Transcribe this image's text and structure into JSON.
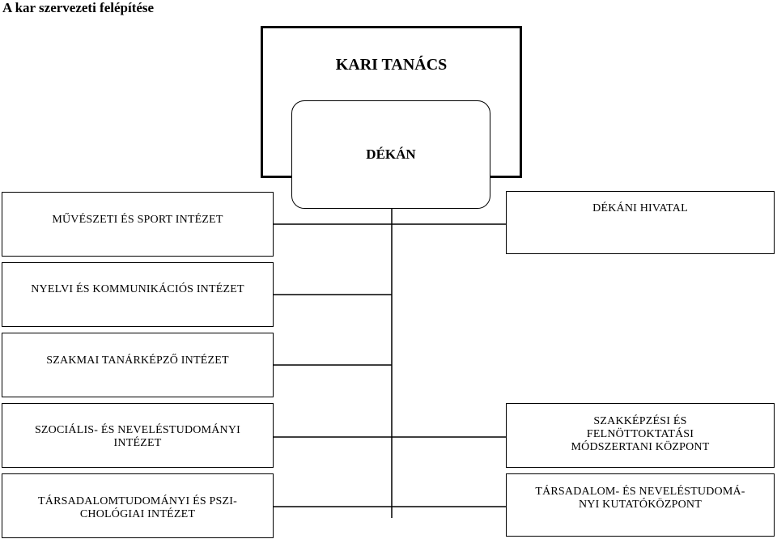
{
  "title": "A kar szervezeti felépítése",
  "council": {
    "label": "KARI TANÁCS"
  },
  "dean": {
    "label": "DÉKÁN"
  },
  "left_units": [
    {
      "lines": [
        "MŰVÉSZETI ÉS SPORT INTÉZET"
      ]
    },
    {
      "lines": [
        "NYELVI ÉS KOMMUNIKÁCIÓS INTÉZET"
      ]
    },
    {
      "lines": [
        "SZAKMAI TANÁRKÉPZŐ INTÉZET"
      ]
    },
    {
      "lines": [
        "SZOCIÁLIS- ÉS NEVELÉSTUDOMÁNYI",
        "INTÉZET"
      ]
    },
    {
      "lines": [
        "TÁRSADALOMTUDOMÁNYI ÉS PSZI-",
        "CHOLÓGIAI INTÉZET"
      ]
    }
  ],
  "right_units": [
    {
      "lines": [
        "DÉKÁNI HIVATAL"
      ]
    },
    {
      "lines": [
        "SZAKKÉPZÉSI ÉS",
        "FELNÖTTOKTATÁSI",
        "MÓDSZERTANI KÖZPONT"
      ]
    },
    {
      "lines": [
        "TÁRSADALOM- ÉS NEVELÉSTUDOMÁ-",
        "NYI KUTATÓKÖZPONT"
      ]
    }
  ],
  "colors": {
    "line": "#000000",
    "background": "#ffffff"
  }
}
